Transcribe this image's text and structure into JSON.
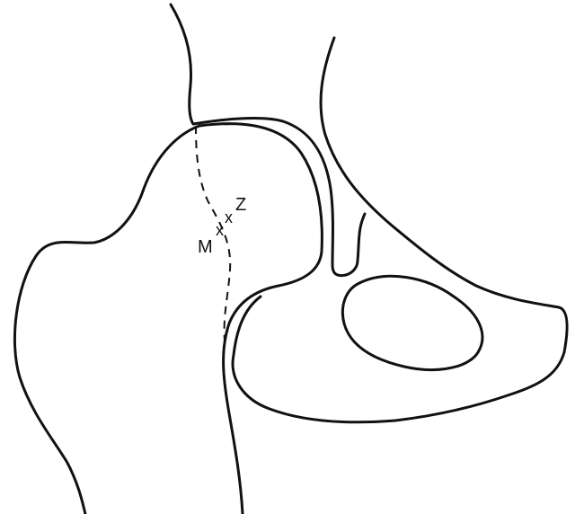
{
  "labels": {
    "point_z": "Z",
    "point_m": "M",
    "marker_z": "x",
    "marker_m": "x"
  },
  "style": {
    "line_color": "#111111",
    "background": "#ffffff"
  }
}
